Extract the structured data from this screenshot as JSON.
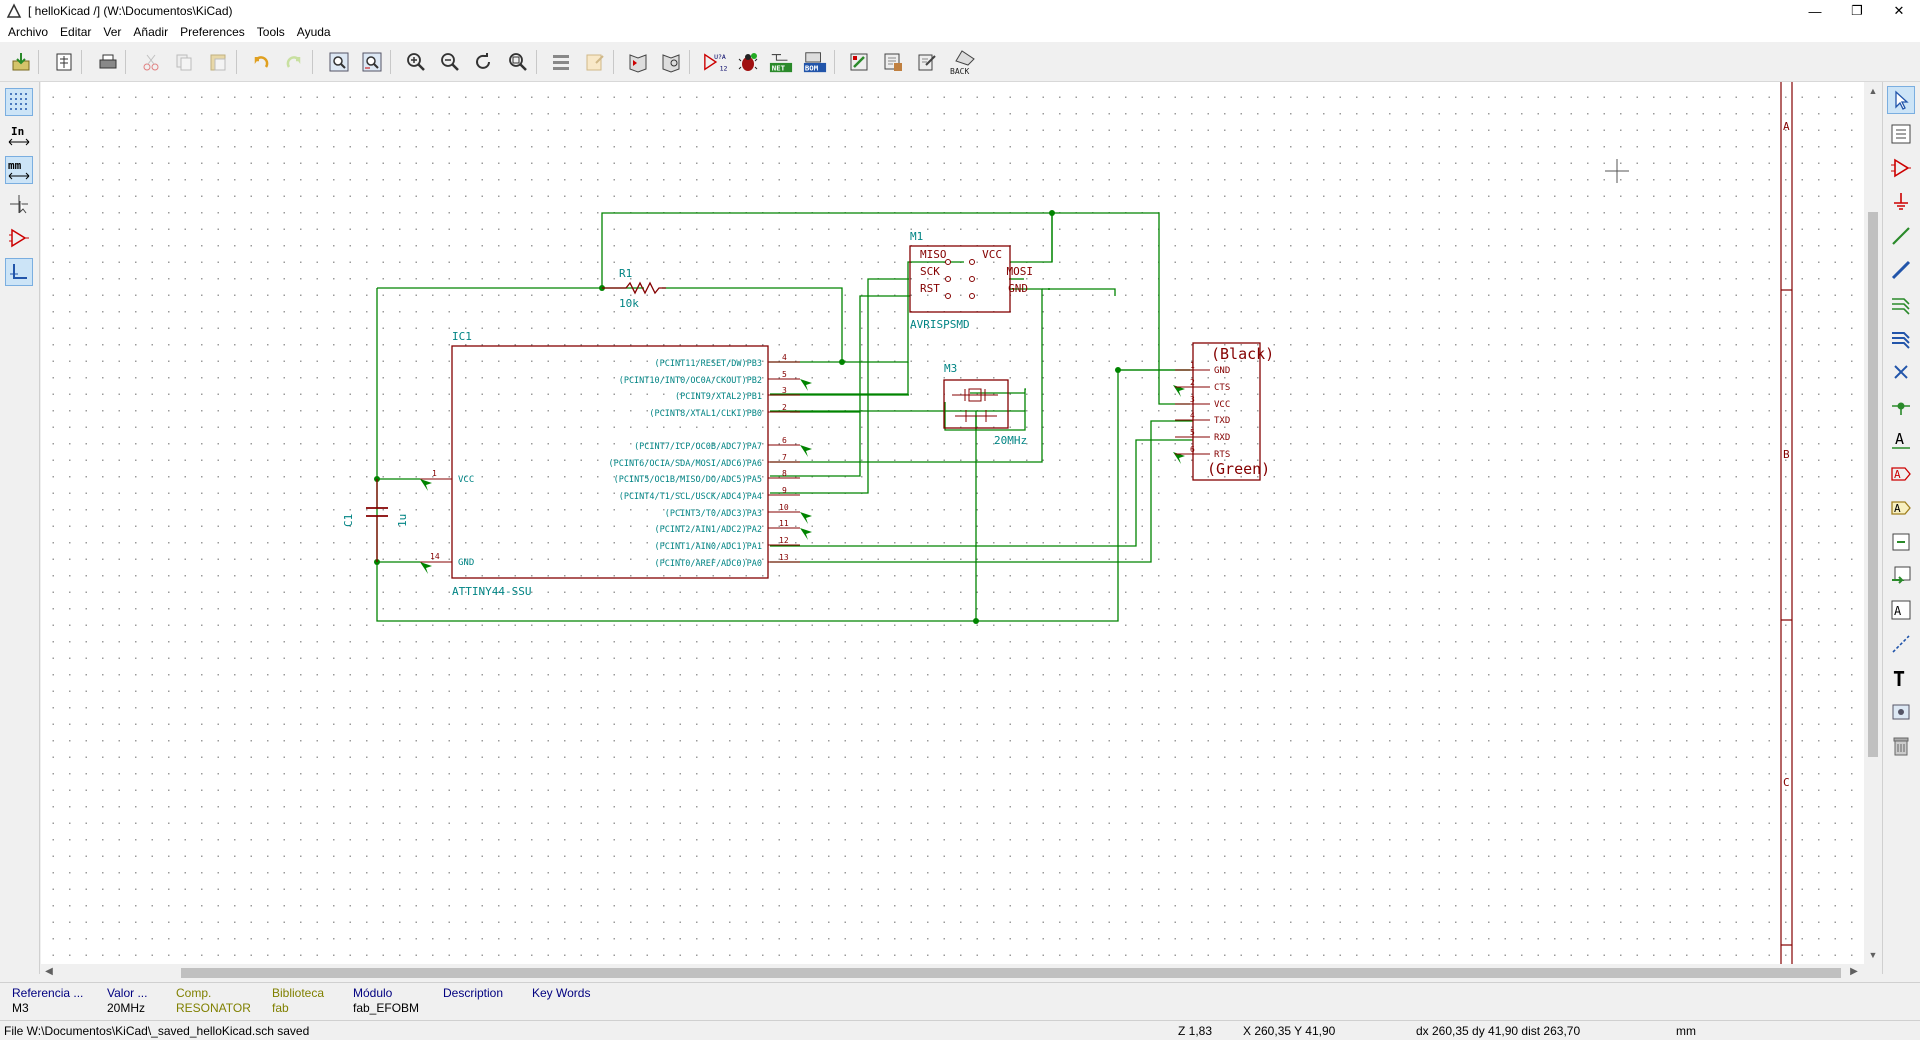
{
  "window": {
    "title": "[ helloKicad /] (W:\\Documentos\\KiCad)",
    "controls": [
      "—",
      "❐",
      "✕"
    ]
  },
  "menu": [
    "Archivo",
    "Editar",
    "Ver",
    "Añadir",
    "Preferences",
    "Tools",
    "Ayuda"
  ],
  "toolbar": {
    "items": [
      "save-icon",
      "page-settings-icon",
      "print-icon",
      "cut-icon",
      "copy-icon",
      "paste-icon",
      "undo-icon",
      "redo-icon",
      "find-icon",
      "find-replace-icon",
      "zoom-in-icon",
      "zoom-out-icon",
      "zoom-redraw-icon",
      "zoom-fit-icon",
      "hierarchy-navigator-icon",
      "leave-sheet-icon",
      "library-editor-icon",
      "library-browser-icon",
      "annotate-icon",
      "erc-icon",
      "netlist-icon",
      "bom-icon",
      "cvpcb-icon",
      "pcbnew-icon",
      "import-footprint-names-icon",
      "backannotate-icon"
    ],
    "labels": {
      "netlist": "NET",
      "bom": "BOM",
      "back": "BACK",
      "annotate": "U?A"
    }
  },
  "left_toolbar": {
    "inch_label": "In",
    "mm_label": "mm"
  },
  "schematic": {
    "r1": {
      "ref": "R1",
      "value": "10k"
    },
    "c1": {
      "ref": "C1",
      "value": "1u"
    },
    "ic1": {
      "ref": "IC1",
      "value": "ATTINY44-SSU",
      "left_pins": [
        {
          "num": "1",
          "name": "VCC"
        },
        {
          "num": "14",
          "name": "GND"
        }
      ],
      "right_pins": [
        {
          "num": "4",
          "name": "(PCINT11/RESET/DW)PB3"
        },
        {
          "num": "5",
          "name": "(PCINT10/INT0/OC0A/CKOUT)PB2"
        },
        {
          "num": "3",
          "name": "(PCINT9/XTAL2)PB1"
        },
        {
          "num": "2",
          "name": "(PCINT8/XTAL1/CLKI)PB0"
        },
        {
          "num": "6",
          "name": "(PCINT7/ICP/OC0B/ADC7)PA7"
        },
        {
          "num": "7",
          "name": "(PCINT6/OC1A/SDA/MOSI/ADC6)PA6"
        },
        {
          "num": "8",
          "name": "(PCINT5/OC1B/MISO/DO/ADC5)PA5"
        },
        {
          "num": "9",
          "name": "(PCINT4/T1/SCL/USCK/ADC4)PA4"
        },
        {
          "num": "10",
          "name": "(PCINT3/T0/ADC3)PA3"
        },
        {
          "num": "11",
          "name": "(PCINT2/AIN1/ADC2)PA2"
        },
        {
          "num": "12",
          "name": "(PCINT1/AIN0/ADC1)PA1"
        },
        {
          "num": "13",
          "name": "(PCINT0/AREF/ADC0)PA0"
        }
      ]
    },
    "m1": {
      "ref": "M1",
      "value": "AVRISPSMD",
      "pins_left": [
        "MISO",
        "SCK",
        "RST"
      ],
      "pins_right": [
        "VCC",
        "MOSI",
        "GND"
      ]
    },
    "m3": {
      "ref": "M3",
      "value": "20MHz"
    },
    "ftdi": {
      "top_label": "(Black)",
      "bottom_label": "(Green)",
      "pins": [
        {
          "num": "1",
          "name": "GND"
        },
        {
          "num": "2",
          "name": "CTS"
        },
        {
          "num": "3",
          "name": "VCC"
        },
        {
          "num": "4",
          "name": "TXD"
        },
        {
          "num": "5",
          "name": "RXD"
        },
        {
          "num": "6",
          "name": "RTS"
        }
      ]
    },
    "border_labels": [
      "A",
      "B",
      "C"
    ]
  },
  "message_panel": {
    "columns": [
      {
        "label": "Referencia ...",
        "value": "M3",
        "color": "#000000"
      },
      {
        "label": "Valor ...",
        "value": "20MHz",
        "color": "#000000"
      },
      {
        "label": "Comp.",
        "value": "RESONATOR",
        "color": "#808000"
      },
      {
        "label": "Biblioteca",
        "value": "fab",
        "color": "#808000"
      },
      {
        "label": "Módulo",
        "value": "fab_EFOBM",
        "color": "#000000"
      },
      {
        "label": "Description",
        "value": "",
        "color": "#000080"
      },
      {
        "label": "Key Words",
        "value": "",
        "color": "#000080"
      }
    ]
  },
  "status": {
    "message": "File W:\\Documentos\\KiCad\\_saved_helloKicad.sch saved",
    "zoom": "Z 1,83",
    "cursor": "X 260,35  Y 41,90",
    "delta": "dx 260,35  dy 41,90  dist 263,70",
    "units": "mm"
  },
  "colors": {
    "wire": "#008400",
    "component": "#840000",
    "text": "#008484",
    "junction": "#008400",
    "page_border": "#840000",
    "accent": "#cce4f7"
  }
}
